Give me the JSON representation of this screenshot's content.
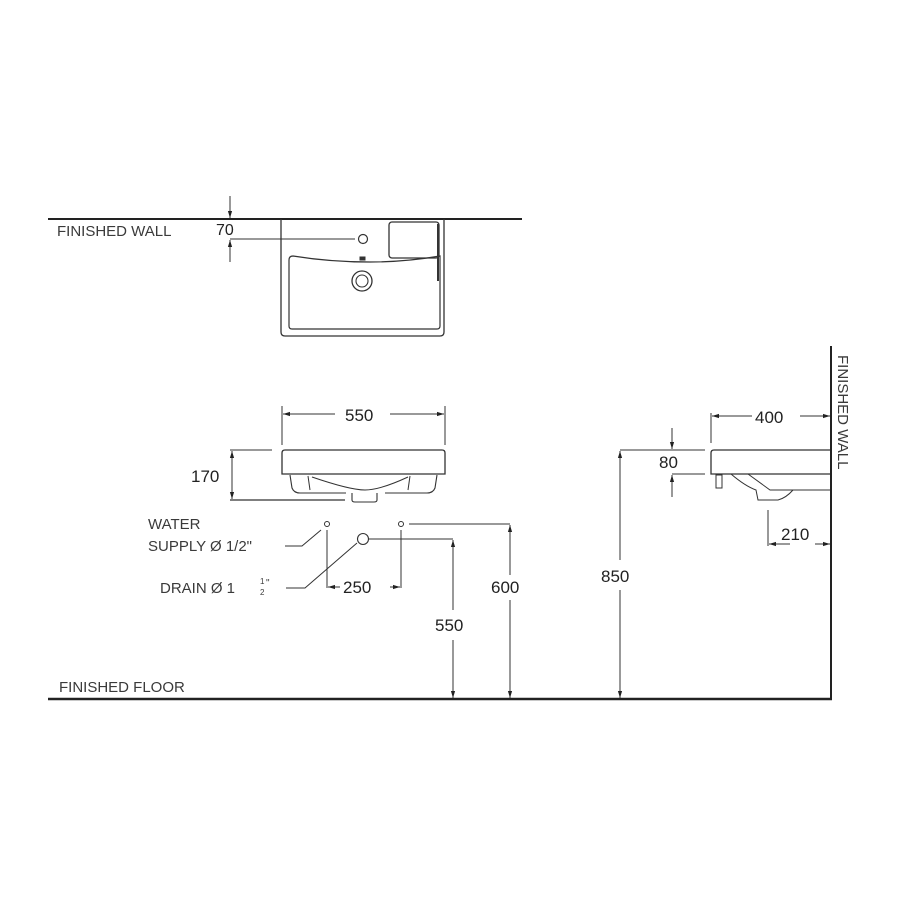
{
  "labels": {
    "finished_wall_top": "FINISHED WALL",
    "finished_wall_side": "FINISHED WALL",
    "finished_floor": "FINISHED FLOOR",
    "water_supply_line1": "WATER",
    "water_supply_line2": "SUPPLY Ø 1/2\"",
    "drain": "DRAIN Ø 1",
    "drain_frac_num": "1",
    "drain_frac_den": "2",
    "drain_inch": "\""
  },
  "dimensions": {
    "tap_hole_from_wall": "70",
    "basin_width": "550",
    "basin_height": "170",
    "supply_spacing": "250",
    "drain_height": "550",
    "supply_height": "600",
    "rim_height": "850",
    "basin_depth": "400",
    "rim_thickness": "80",
    "drain_from_wall": "210"
  },
  "views": [
    "plan-view",
    "front-elevation",
    "side-elevation"
  ],
  "colors": {
    "line": "#222222",
    "text": "#3a3a3a",
    "background": "#ffffff"
  }
}
